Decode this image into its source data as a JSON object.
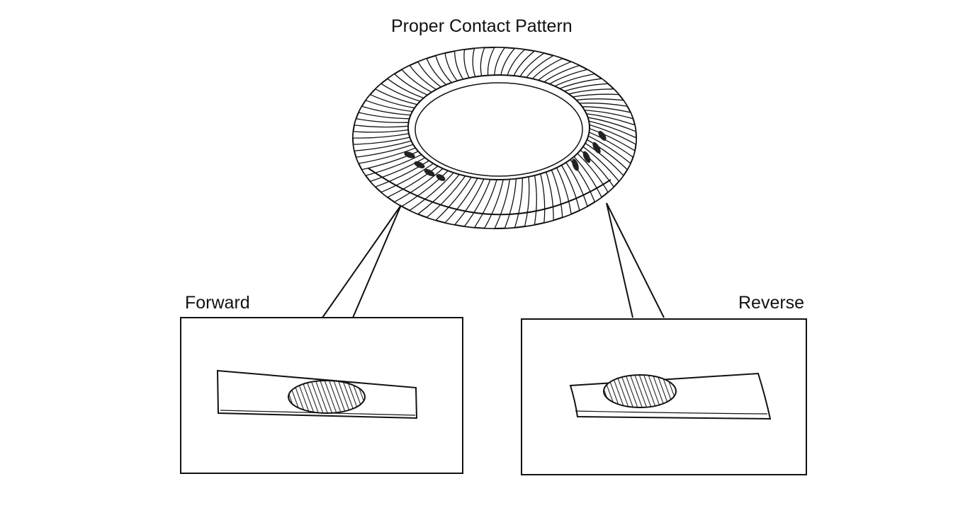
{
  "title": "Proper Contact Pattern",
  "panels": {
    "forward": {
      "label": "Forward"
    },
    "reverse": {
      "label": "Reverse"
    }
  },
  "colors": {
    "ink": "#111111",
    "background": "#ffffff",
    "contact_mark": "#222222",
    "tooth_fill": "#ffffff"
  },
  "icons": {
    "gear": "ring-gear-icon",
    "contact": "contact-patch-icon"
  }
}
